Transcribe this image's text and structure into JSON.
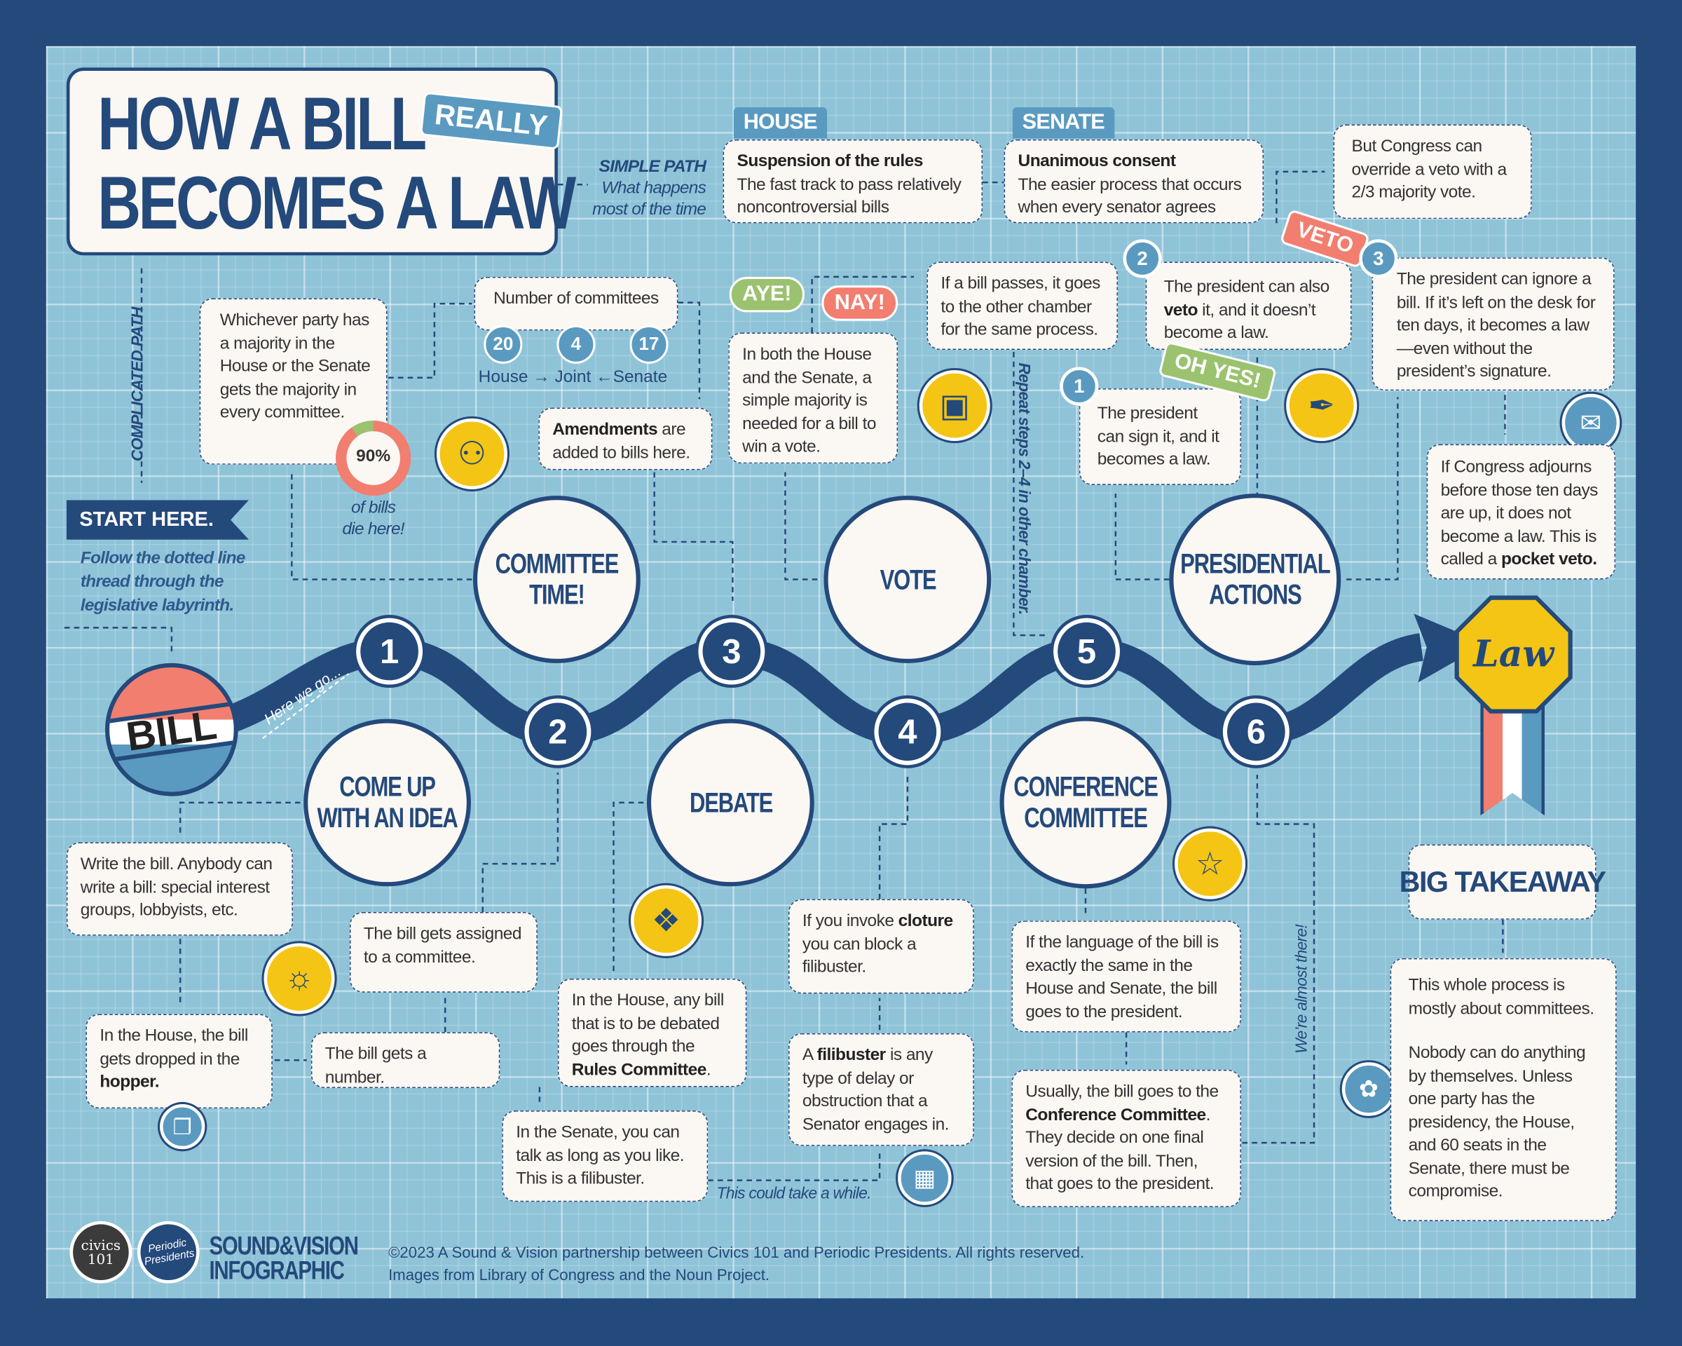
{
  "title": {
    "line1": "HOW A BILL",
    "tag": "REALLY",
    "line2": "BECOMES A LAW"
  },
  "simple_path": {
    "label": "SIMPLE PATH",
    "sub1": "What happens",
    "sub2": "most of the time"
  },
  "house": {
    "tab": "HOUSE",
    "head": "Suspension of the rules",
    "text": "The fast track to pass relatively noncontroversial bills"
  },
  "senate": {
    "tab": "SENATE",
    "head": "Unanimous consent",
    "text": "The easier process that occurs when every senator agrees"
  },
  "override": "But Congress can override a veto with a 2/3 majority vote.",
  "complicated_path": "COMPLICATED PATH",
  "start": {
    "banner": "START HERE.",
    "text": "Follow the dotted line thread through the legislative labyrinth."
  },
  "majority": "Whichever party has a majority in the House or the Senate gets the majority in every committee.",
  "pie": {
    "value": 90,
    "label": "90%",
    "caption1": "of bills",
    "caption2": "die here!"
  },
  "committees": {
    "title": "Number of committees",
    "house": "20",
    "joint": "4",
    "senate": "17",
    "house_label": "House",
    "joint_label": "Joint",
    "senate_label": "Senate",
    "arrow_right": "→",
    "arrow_left": "←"
  },
  "amendments": {
    "bold": "Amendments",
    "rest": " are added to bills here."
  },
  "aye": "AYE!",
  "nay": "NAY!",
  "vote_text": "In both the House and the Senate, a simple majority is needed for a bill to win a vote.",
  "passes": "If a bill passes, it goes to the other chamber for the same process.",
  "repeat": "Repeat steps 2–4 in other chamber.",
  "veto": {
    "badge": "2",
    "tag": "VETO",
    "pre": "The president can also ",
    "bold": "veto",
    "post": " it, and it doesn’t become a law."
  },
  "ignore": {
    "badge": "3",
    "text": "The president can ignore a bill. If it’s left on the desk for ten days, it becomes a law—even without the president’s signature."
  },
  "sign": {
    "badge": "1",
    "tag": "OH YES!",
    "text": "The president can sign it, and it becomes a law."
  },
  "pocket": {
    "pre": "If Congress adjourns before those ten days are up, it does not become a law. This is called a ",
    "bold": "pocket veto."
  },
  "stages": {
    "committee": "COMMITTEE TIME!",
    "vote": "VOTE",
    "presidential": "PRESIDENTIAL ACTIONS",
    "idea": "COME UP WITH AN IDEA",
    "debate": "DEBATE",
    "conference": "CONFERENCE COMMITTEE"
  },
  "nodes": [
    "1",
    "2",
    "3",
    "4",
    "5",
    "6"
  ],
  "bill_button": "BILL",
  "here_we_go": "Here we go...",
  "law_badge": "Law",
  "write": "Write the bill. Anybody can write a bill: special interest groups, lobbyists, etc.",
  "hopper": {
    "pre": "In the House, the bill gets dropped in the ",
    "bold": "hopper."
  },
  "number": "The bill gets a number.",
  "assigned": "The bill gets assigned to a committee.",
  "rules": {
    "pre": "In the House, any bill that is to be debated goes through the ",
    "bold": "Rules Committee",
    "post": "."
  },
  "senate_talk": "In the Senate, you can talk as long as you like. This is a filibuster.",
  "take_while": "This could take a while.",
  "cloture": {
    "pre": "If you invoke ",
    "bold": "cloture",
    "post": " you can block a filibuster."
  },
  "filibuster": {
    "pre": "A ",
    "bold": "filibuster",
    "post": " is any type of delay or obstruction that a Senator engages in."
  },
  "language": "If the language of the bill is exactly the same in the House and Senate, the bill goes to the president.",
  "conference_text": {
    "pre": "Usually, the bill goes to the ",
    "bold": "Conference Committee",
    "post": ". They decide on one final version of the bill. Then, that goes to the president."
  },
  "almost": "We’re almost there!",
  "takeaway": {
    "title": "BIG TAKEAWAY",
    "p1": "This whole process is mostly about committees.",
    "p2": "Nobody can do anything by themselves. Unless one party has the presidency, the House, and 60 seats in the Senate, there must be compromise."
  },
  "footer": {
    "logo1": "civics 101",
    "logo2": "Periodic Presidents",
    "brand1": "SOUND&VISION",
    "brand2": "INFOGRAPHIC",
    "copyright": "©2023 A Sound & Vision partnership between Civics 101 and Periodic Presidents. All rights reserved.",
    "credits": "Images from Library of Congress and the Noun Project."
  },
  "colors": {
    "navy": "#24497b",
    "board": "#8fc3d8",
    "blue": "#5a9ac0",
    "yellow": "#f4c514",
    "red": "#f27e70",
    "green": "#9bc26e",
    "paper": "#fbf7f3"
  },
  "icons": [
    "people-icon",
    "ballot-box-icon",
    "pen-icon",
    "mailbox-icon",
    "lightbulb-icon",
    "package-icon",
    "speech-bubble-icon",
    "barrier-icon",
    "star-icon",
    "handshake-icon"
  ]
}
